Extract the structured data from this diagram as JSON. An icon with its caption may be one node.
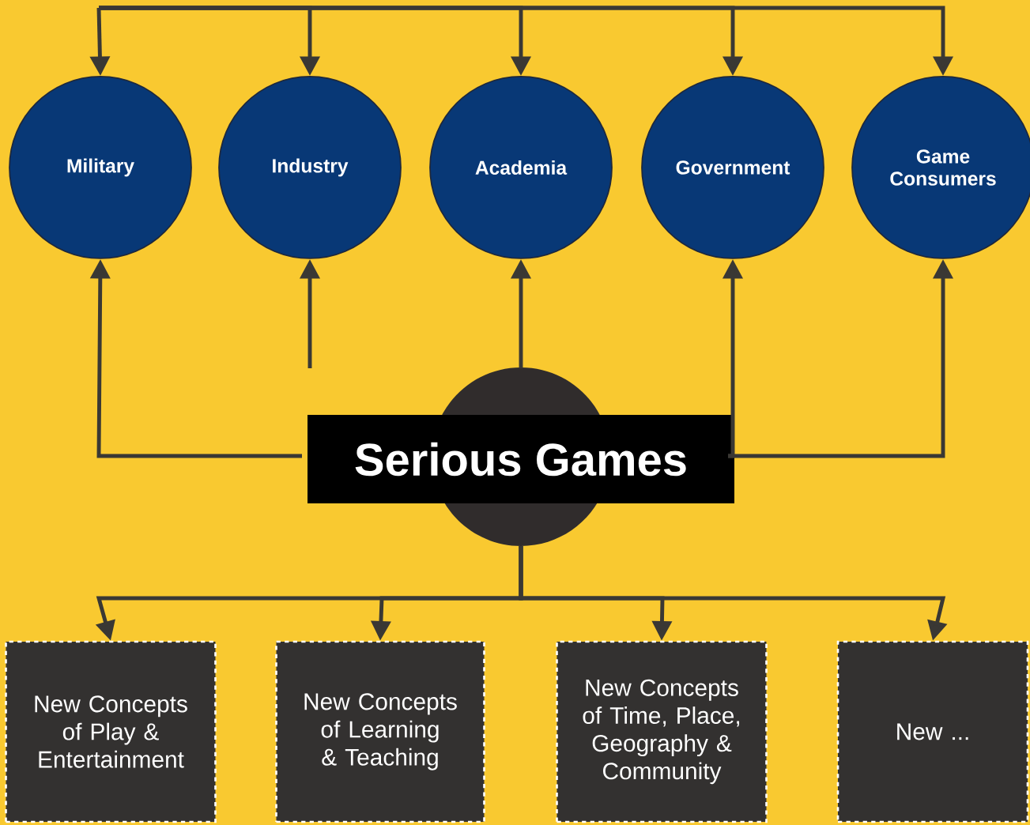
{
  "diagram": {
    "nodes": [
      {
        "text": [
          "Military"
        ]
      },
      {
        "text": [
          "Industry"
        ]
      },
      {
        "text": [
          "Academia"
        ]
      },
      {
        "text": [
          "Government"
        ]
      },
      {
        "text": [
          "Game Consumers"
        ]
      },
      {
        "text": [
          "Serious Games"
        ]
      },
      {
        "text": [
          "New Concepts of Play & Entertainment"
        ]
      },
      {
        "text": [
          "New Concepts of Learning & Teaching"
        ]
      },
      {
        "text": [
          "New Concepts of Time, Place, Geography & Community"
        ]
      },
      {
        "text": [
          "New ..."
        ]
      }
    ],
    "edges": [
      {
        "from": null,
        "to": 0,
        "arrow": "to"
      },
      {
        "from": null,
        "to": 1,
        "arrow": "to"
      },
      {
        "from": null,
        "to": 2,
        "arrow": "to"
      },
      {
        "from": null,
        "to": 3,
        "arrow": "to"
      },
      {
        "from": null,
        "to": 4,
        "arrow": "to"
      },
      {
        "from": 5,
        "to": 0,
        "arrow": "to"
      },
      {
        "from": 5,
        "to": 1,
        "arrow": "to"
      },
      {
        "from": 5,
        "to": 2,
        "arrow": "to"
      },
      {
        "from": 5,
        "to": 3,
        "arrow": "to"
      },
      {
        "from": 5,
        "to": 4,
        "arrow": "to"
      },
      {
        "from": 5,
        "to": 6,
        "arrow": "to"
      },
      {
        "from": 5,
        "to": 7,
        "arrow": "to"
      },
      {
        "from": 5,
        "to": 8,
        "arrow": "to"
      },
      {
        "from": 5,
        "to": 9,
        "arrow": "to"
      }
    ]
  }
}
